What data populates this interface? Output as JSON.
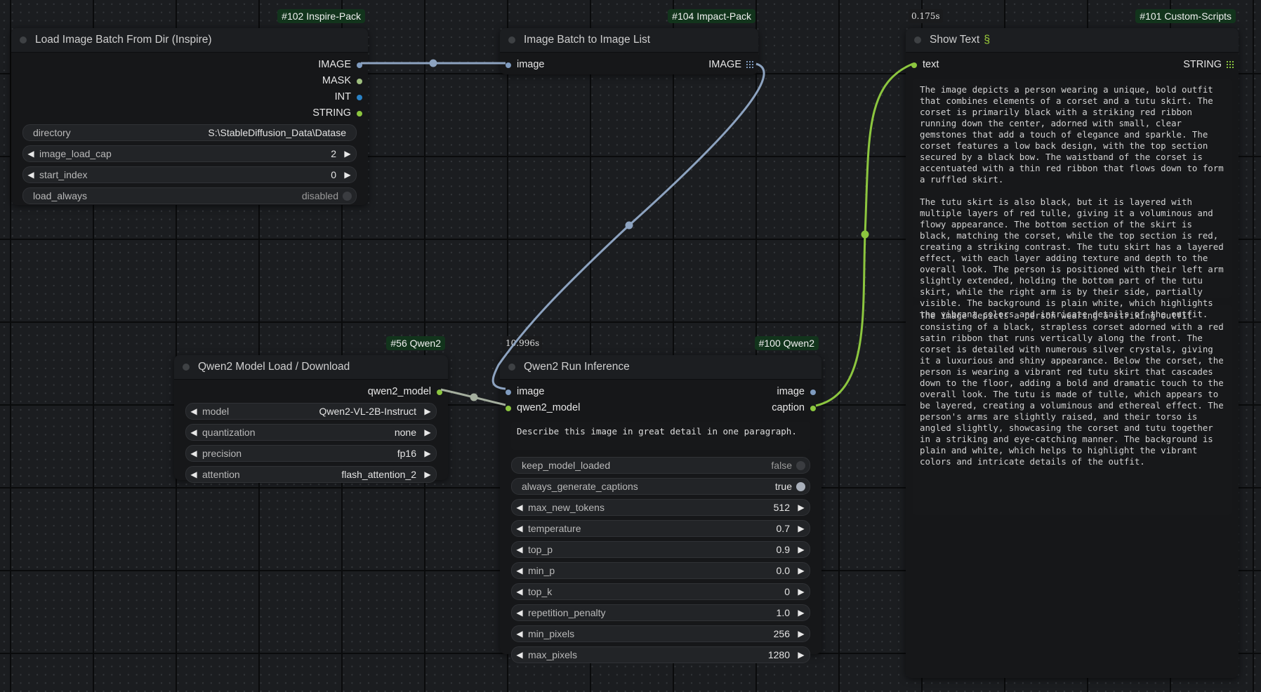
{
  "colors": {
    "image_link": "#8da3c0",
    "model_link": "#a4ae9e",
    "string_link": "#8cc63f",
    "int_port": "#2a82c6",
    "string_port": "#8cc63f",
    "image_port": "#7f9bbf"
  },
  "nodes": {
    "load_batch": {
      "badge": "#102 Inspire-Pack",
      "title": "Load Image Batch From Dir (Inspire)",
      "outputs": [
        "IMAGE",
        "MASK",
        "INT",
        "STRING"
      ],
      "widgets": {
        "directory_label": "directory",
        "directory_value": "S:\\StableDiffusion_Data\\Datase",
        "image_load_cap_label": "image_load_cap",
        "image_load_cap_value": "2",
        "start_index_label": "start_index",
        "start_index_value": "0",
        "load_always_label": "load_always",
        "load_always_value": "disabled"
      }
    },
    "batch_to_list": {
      "badge": "#104 Impact-Pack",
      "title": "Image Batch to Image List",
      "input": "image",
      "output": "IMAGE"
    },
    "show_text": {
      "badge": "#101 Custom-Scripts",
      "timer": "0.175s",
      "title": "Show Text",
      "title_icon": "snake-icon",
      "input": "text",
      "output": "STRING",
      "texts": [
        "The image depicts a person wearing a unique, bold outfit that combines elements of a corset and a tutu skirt. The corset is primarily black with a striking red ribbon running down the center, adorned with small, clear gemstones that add a touch of elegance and sparkle. The corset features a low back design, with the top section secured by a black bow. The waistband of the corset is accentuated with a thin red ribbon that flows down to form a ruffled skirt.\n\nThe tutu skirt is also black, but it is layered with multiple layers of red tulle, giving it a voluminous and flowy appearance. The bottom section of the skirt is black, matching the corset, while the top section is red, creating a striking contrast. The tutu skirt has a layered effect, with each layer adding texture and depth to the overall look. The person is positioned with their left arm slightly extended, holding the bottom part of the tutu skirt, while the right arm is by their side, partially visible. The background is plain white, which highlights the vibrant colors and intricate details of the outfit.",
        "The image depicts a person wearing a striking outfit consisting of a black, strapless corset adorned with a red satin ribbon that runs vertically along the front. The corset is detailed with numerous silver crystals, giving it a luxurious and shiny appearance. Below the corset, the person is wearing a vibrant red tutu skirt that cascades down to the floor, adding a bold and dramatic touch to the overall look. The tutu is made of tulle, which appears to be layered, creating a voluminous and ethereal effect. The person's arms are slightly raised, and their torso is angled slightly, showcasing the corset and tutu together in a striking and eye-catching manner. The background is plain and white, which helps to highlight the vibrant colors and intricate details of the outfit."
      ]
    },
    "qwen_load": {
      "badge": "#56 Qwen2",
      "title": "Qwen2 Model Load / Download",
      "output": "qwen2_model",
      "widgets": {
        "model_label": "model",
        "model_value": "Qwen2-VL-2B-Instruct",
        "quantization_label": "quantization",
        "quantization_value": "none",
        "precision_label": "precision",
        "precision_value": "fp16",
        "attention_label": "attention",
        "attention_value": "flash_attention_2"
      }
    },
    "qwen_infer": {
      "badge": "#100 Qwen2",
      "timer": "10.996s",
      "title": "Qwen2 Run Inference",
      "input_image": "image",
      "input_model": "qwen2_model",
      "output_image": "image",
      "output_caption": "caption",
      "prompt": "Describe this image in great detail in one paragraph.",
      "widgets": {
        "keep_model_loaded_label": "keep_model_loaded",
        "keep_model_loaded_value": "false",
        "always_generate_captions_label": "always_generate_captions",
        "always_generate_captions_value": "true",
        "max_new_tokens_label": "max_new_tokens",
        "max_new_tokens_value": "512",
        "temperature_label": "temperature",
        "temperature_value": "0.7",
        "top_p_label": "top_p",
        "top_p_value": "0.9",
        "min_p_label": "min_p",
        "min_p_value": "0.0",
        "top_k_label": "top_k",
        "top_k_value": "0",
        "repetition_penalty_label": "repetition_penalty",
        "repetition_penalty_value": "1.0",
        "min_pixels_label": "min_pixels",
        "min_pixels_value": "256",
        "max_pixels_label": "max_pixels",
        "max_pixels_value": "1280"
      }
    }
  }
}
